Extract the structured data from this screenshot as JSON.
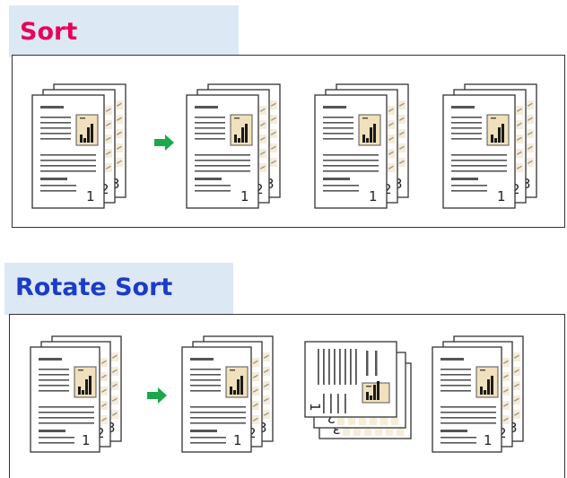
{
  "sort": {
    "title": "Sort",
    "title_color": "#e8005a",
    "input_stack": [
      "1",
      "2",
      "3"
    ],
    "output_stacks": [
      [
        "1",
        "2",
        "3"
      ],
      [
        "1",
        "2",
        "3"
      ],
      [
        "1",
        "2",
        "3"
      ]
    ]
  },
  "rotate_sort": {
    "title": "Rotate Sort",
    "title_color": "#1a3cc8",
    "input_stack": [
      "1",
      "2",
      "3"
    ],
    "output_stacks": [
      {
        "pages": [
          "1",
          "2",
          "3"
        ],
        "rotated": false
      },
      {
        "pages": [
          "1",
          "2",
          "3"
        ],
        "rotated": true
      },
      {
        "pages": [
          "1",
          "2",
          "3"
        ],
        "rotated": false
      }
    ]
  },
  "colors": {
    "tab_background": "#dde8f5",
    "arrow": "#1aa84a",
    "chart_icon_fill": "#f0e0bc",
    "chart_icon_bars": "#1a1a1a",
    "page_border": "#333333"
  },
  "icons": [
    "arrow-right-icon",
    "bar-chart-icon",
    "document-stack-icon"
  ]
}
